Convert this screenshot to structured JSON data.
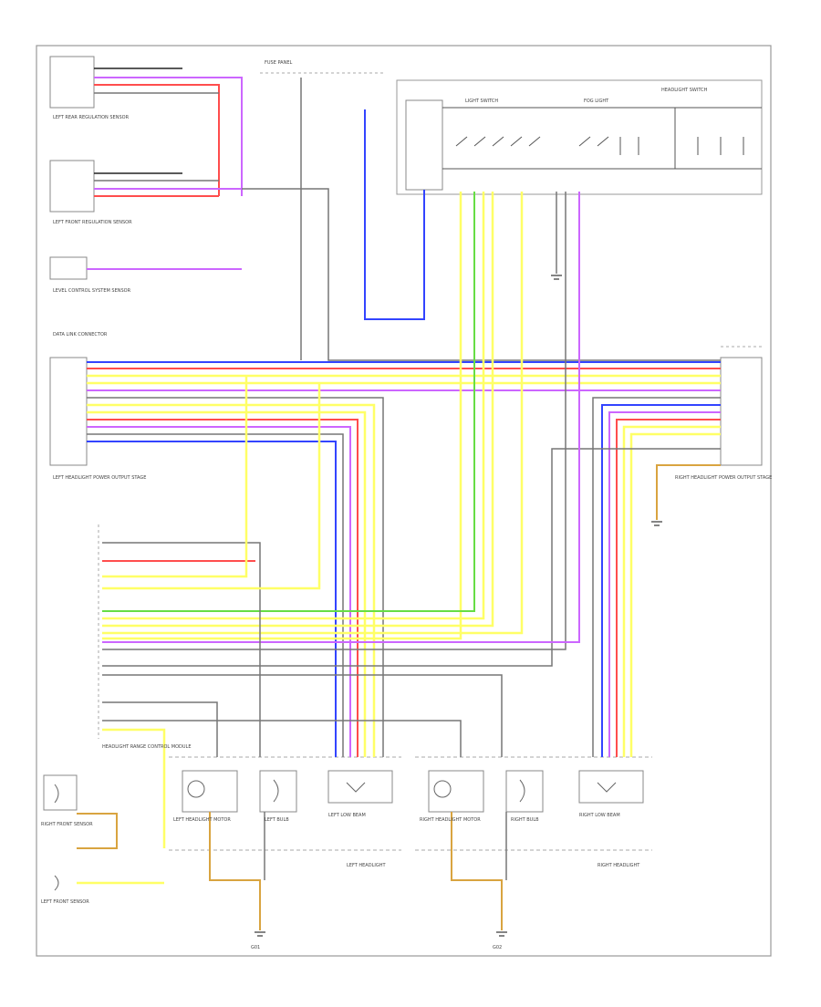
{
  "diagram": {
    "footer_code": "",
    "labels": {
      "left_lower_sensor": "LEFT FRONT REGULATION SENSOR",
      "left_upper_sensor": "LEFT REAR REGULATION SENSOR",
      "range_control": "LEVEL CONTROL SYSTEM SENSOR",
      "left_module": "LEFT HEADLIGHT POWER OUTPUT STAGE",
      "right_module": "RIGHT HEADLIGHT POWER OUTPUT STAGE",
      "headlight_control": "HEADLIGHT RANGE CONTROL MODULE",
      "left_turn_sensor": "RIGHT FRONT SENSOR",
      "left_front_sensor": "LEFT FRONT SENSOR",
      "left_headlight": "LEFT HEADLIGHT",
      "right_headlight": "RIGHT HEADLIGHT",
      "left_low_beam": "LEFT LOW BEAM",
      "right_low_beam": "RIGHT LOW BEAM",
      "left_motor": "LEFT HEADLIGHT MOTOR",
      "right_motor": "RIGHT HEADLIGHT MOTOR",
      "left_bulb": "LEFT BULB",
      "right_bulb": "RIGHT BULB",
      "fuse_panel": "FUSE PANEL",
      "light_switch": "LIGHT SWITCH",
      "fog_light": "FOG LIGHT",
      "headlight_switch": "HEADLIGHT SWITCH",
      "data_link": "DATA LINK CONNECTOR",
      "ground_left": "G01",
      "ground_right": "G02"
    },
    "colors": {
      "red": "#ff4d4d",
      "pink": "#ff8fb0",
      "violet": "#cc66ff",
      "yellow": "#ffff66",
      "green": "#66dd44",
      "blue": "#3344ff",
      "gray": "#777777",
      "orange": "#d9a440",
      "black": "#222222"
    }
  }
}
